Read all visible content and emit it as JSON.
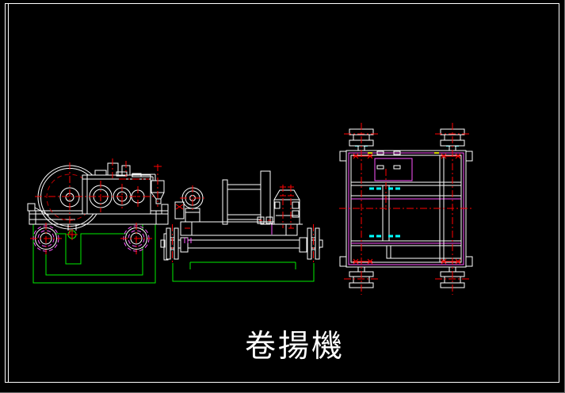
{
  "sheet": {
    "caption": "卷揚機",
    "background": "#000000"
  },
  "colors": {
    "background": "#000000",
    "outline": "#ffffff",
    "centerline": "#ff0000",
    "centerline_dim": "#bb0000",
    "foundation": "#00ee00",
    "detail": "#ff55ff",
    "hatch": "#00ffff",
    "marker": "#d8d800"
  },
  "views": {
    "side": "side-elevation",
    "front": "front-elevation",
    "plan": "plan-view"
  }
}
